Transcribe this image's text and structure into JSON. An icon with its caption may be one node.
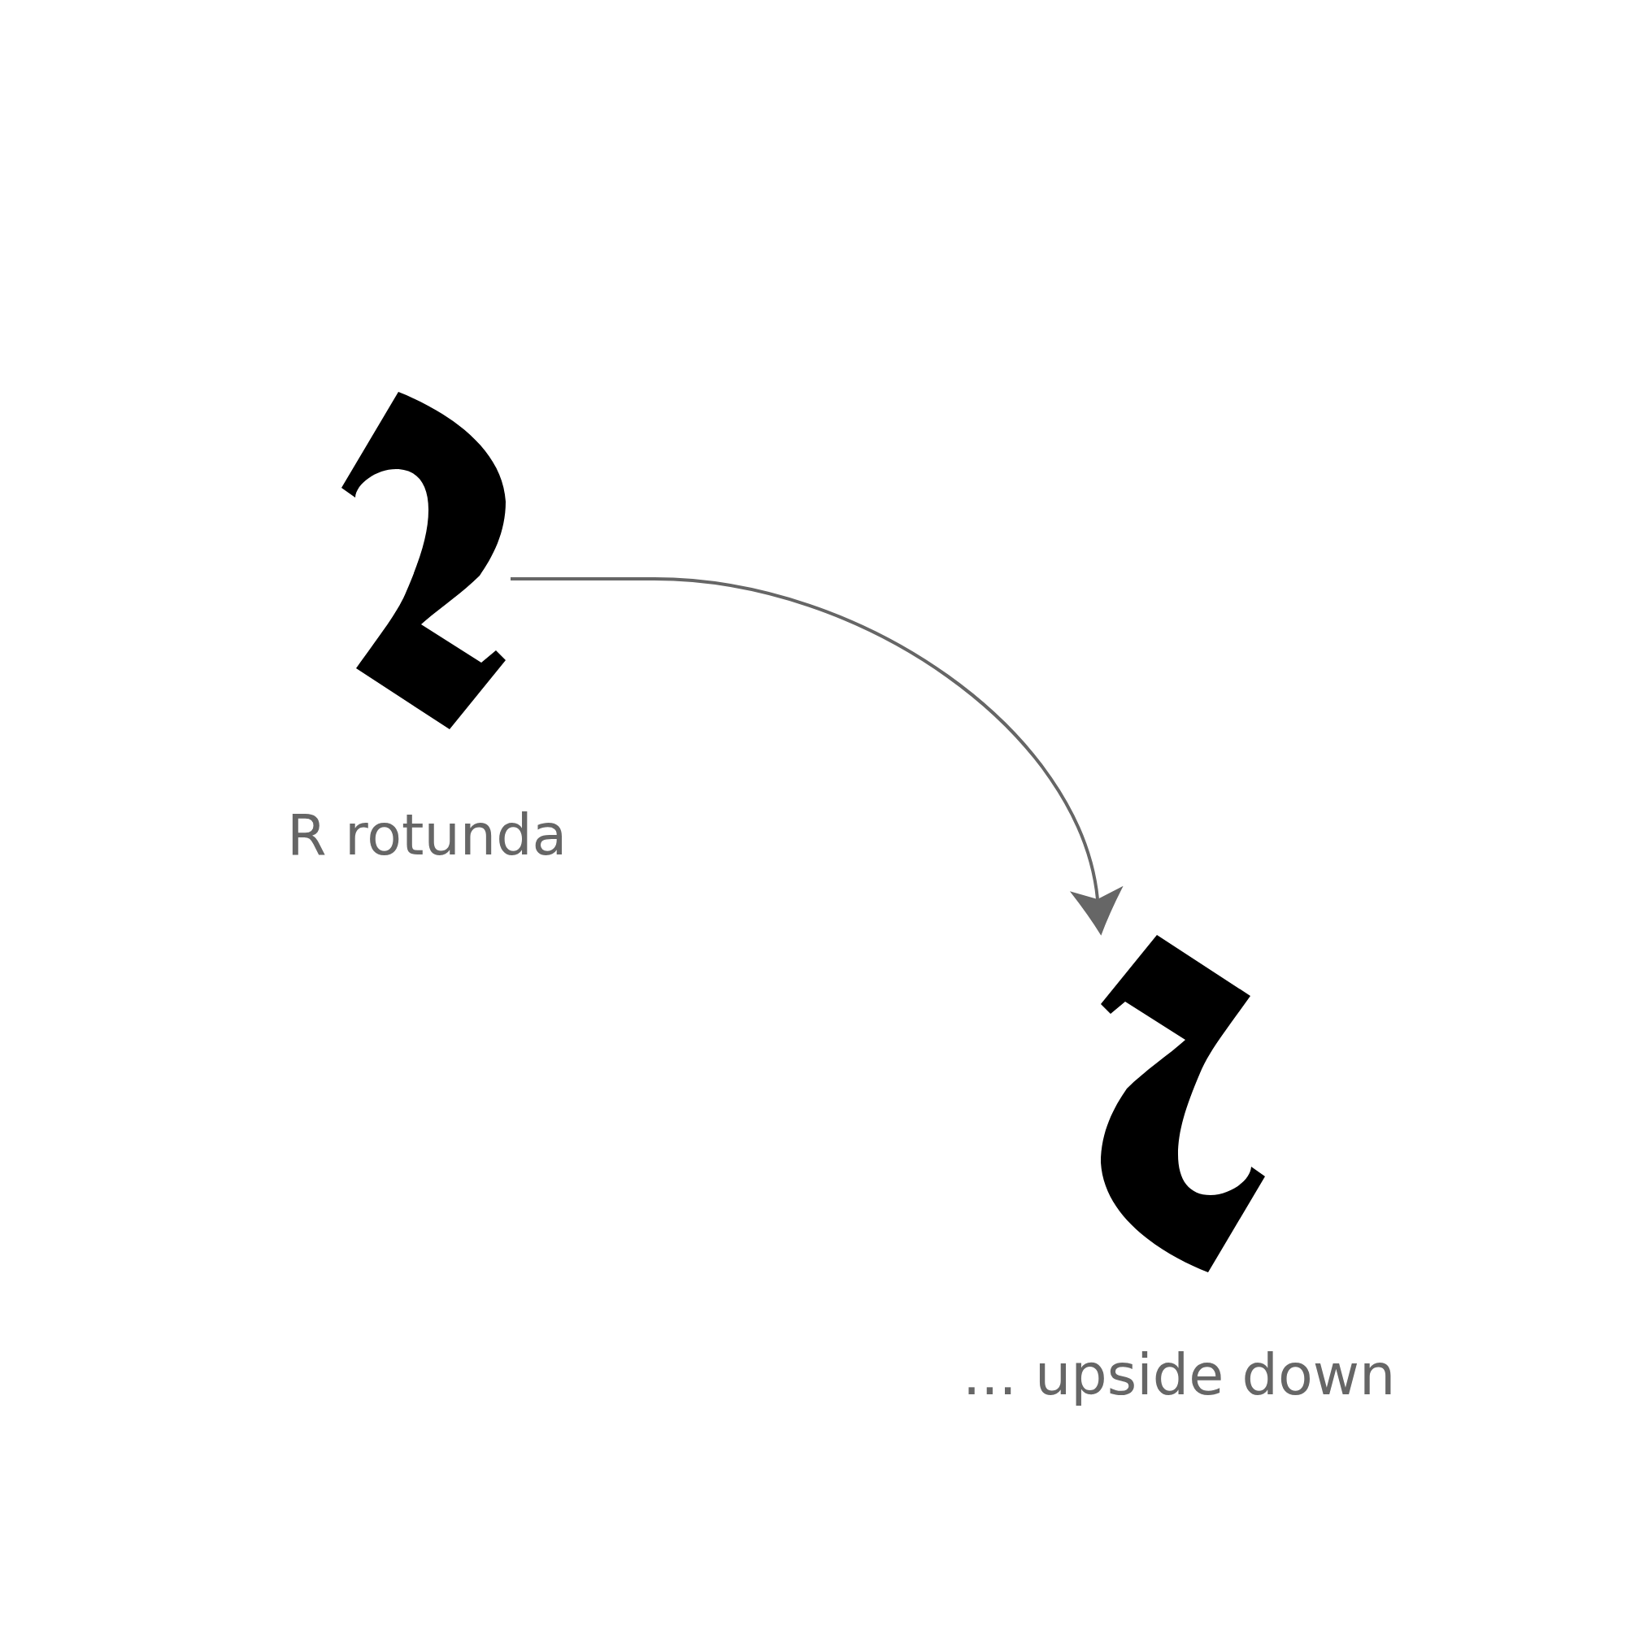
{
  "diagram": {
    "nodes": [
      {
        "text": [],
        "shape": "picture",
        "beside": [
          "R rotunda"
        ]
      },
      {
        "text": [],
        "shape": "picture",
        "beside": [
          "... upside down"
        ]
      }
    ],
    "edges": [
      {
        "from": 0,
        "to": 1,
        "arrow": "to"
      }
    ]
  }
}
